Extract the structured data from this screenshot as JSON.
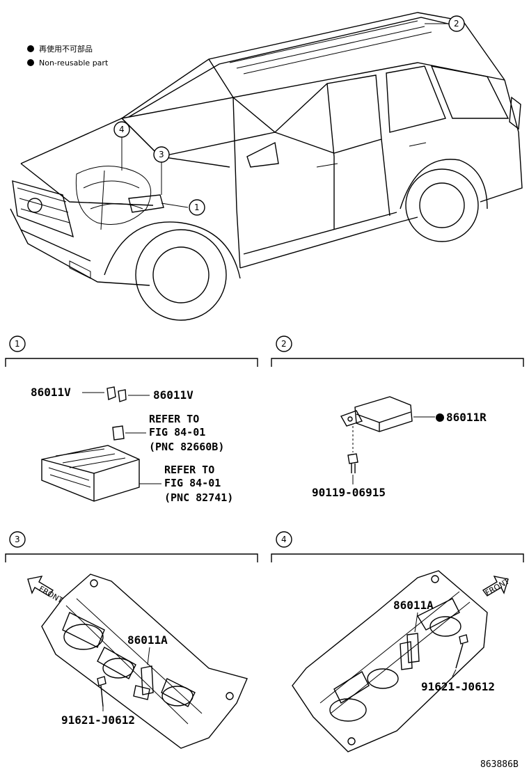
{
  "legend": {
    "jp": "再使用不可部品",
    "en": "Non-reusable part"
  },
  "callouts": [
    "1",
    "2",
    "3",
    "4"
  ],
  "section1": {
    "id": "1",
    "parts": [
      "86011V",
      "86011V"
    ],
    "ref1": {
      "line1": "REFER TO",
      "line2": "FIG 84-01",
      "line3": "(PNC 82660B)"
    },
    "ref2": {
      "line1": "REFER TO",
      "line2": "FIG 84-01",
      "line3": "(PNC 82741)"
    }
  },
  "section2": {
    "id": "2",
    "part": "86011R",
    "bolt": "90119-06915"
  },
  "section3": {
    "id": "3",
    "part": "86011A",
    "bolt": "91621-J0612",
    "front_label": "FRONT"
  },
  "section4": {
    "id": "4",
    "part": "86011A",
    "bolt": "91621-J0612",
    "front_label": "FRONT"
  },
  "figure_id": "863886B"
}
